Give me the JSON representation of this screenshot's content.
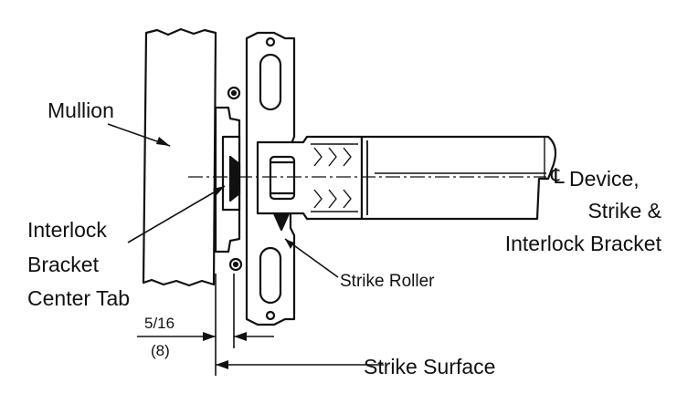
{
  "labels": {
    "mullion": "Mullion",
    "interlock_line1": "Interlock",
    "interlock_line2": "Bracket",
    "interlock_line3": "Center Tab",
    "centerline_symbol": "℄",
    "centerline_line1": "Device,",
    "centerline_line2": "Strike &",
    "centerline_line3": "Interlock Bracket",
    "strike_roller": "Strike Roller",
    "dimension_inch": "5/16",
    "dimension_mm": "(8)",
    "strike_surface": "Strike Surface"
  }
}
